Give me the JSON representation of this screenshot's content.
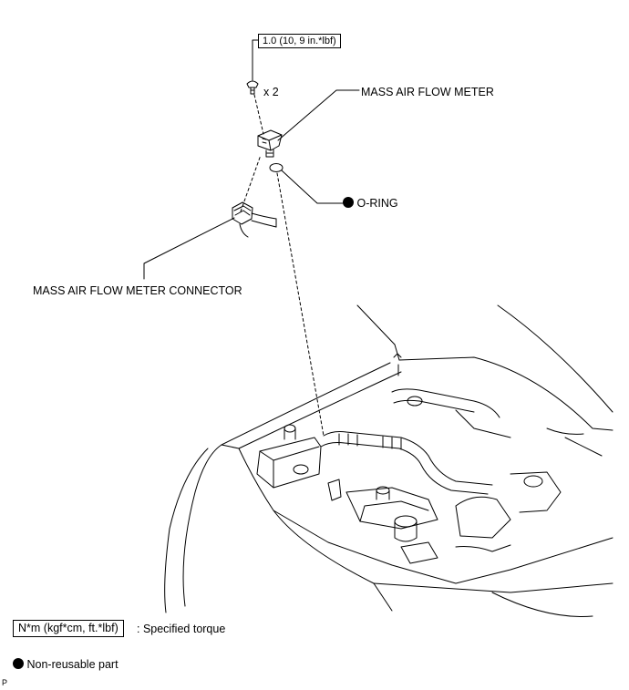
{
  "callouts": {
    "torque": "1.0 (10, 9 in.*lbf)",
    "quantity": "x 2",
    "mass_air_flow_meter": "MASS AIR FLOW METER",
    "o_ring": "O-RING",
    "connector": "MASS AIR FLOW METER CONNECTOR"
  },
  "legend": {
    "torque_box": "N*m (kgf*cm, ft.*lbf)",
    "torque_text": ": Specified torque",
    "nonreusable_text": "Non-reusable part"
  },
  "corner_code": "P"
}
